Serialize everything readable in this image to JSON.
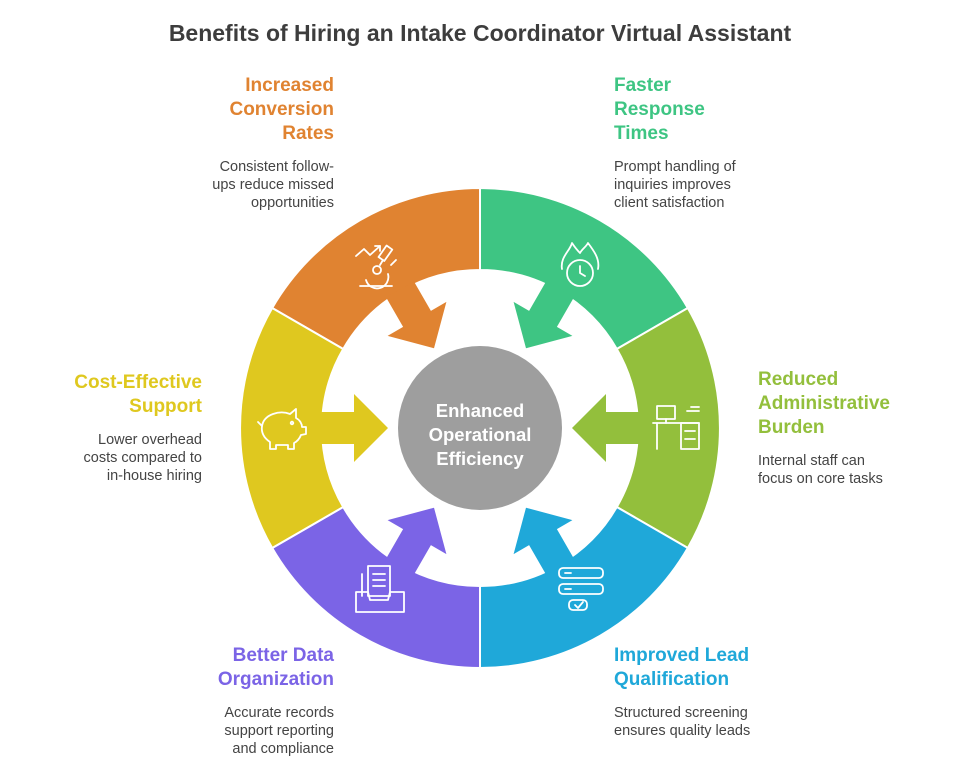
{
  "title": "Benefits of Hiring an Intake Coordinator Virtual Assistant",
  "center": {
    "lines": [
      "Enhanced",
      "Operational",
      "Efficiency"
    ],
    "color": "#9e9e9e"
  },
  "segments": [
    {
      "id": "conversion",
      "heading": [
        "Increased",
        "Conversion",
        "Rates"
      ],
      "desc": [
        "Consistent follow-",
        "ups reduce missed",
        "opportunities"
      ],
      "color": "#e08331",
      "icon": "chart-microscope-icon"
    },
    {
      "id": "response",
      "heading": [
        "Faster",
        "Response",
        "Times"
      ],
      "desc": [
        "Prompt handling of",
        "inquiries improves",
        "client satisfaction"
      ],
      "color": "#3ec583",
      "icon": "fast-clock-icon"
    },
    {
      "id": "admin",
      "heading": [
        "Reduced",
        "Administrative",
        "Burden"
      ],
      "desc": [
        "Internal staff can",
        "focus on core tasks"
      ],
      "color": "#93bf3c",
      "icon": "desk-icon"
    },
    {
      "id": "lead",
      "heading": [
        "Improved Lead",
        "Qualification"
      ],
      "desc": [
        "Structured screening",
        "ensures quality leads"
      ],
      "color": "#1fa8d9",
      "icon": "checklist-icon"
    },
    {
      "id": "data",
      "heading": [
        "Better Data",
        "Organization"
      ],
      "desc": [
        "Accurate records",
        "support reporting",
        "and compliance"
      ],
      "color": "#7b64e6",
      "icon": "document-tray-icon"
    },
    {
      "id": "cost",
      "heading": [
        "Cost-Effective",
        "Support"
      ],
      "desc": [
        "Lower overhead",
        "costs compared to",
        "in-house hiring"
      ],
      "color": "#dfc81f",
      "icon": "piggy-bank-icon"
    }
  ]
}
